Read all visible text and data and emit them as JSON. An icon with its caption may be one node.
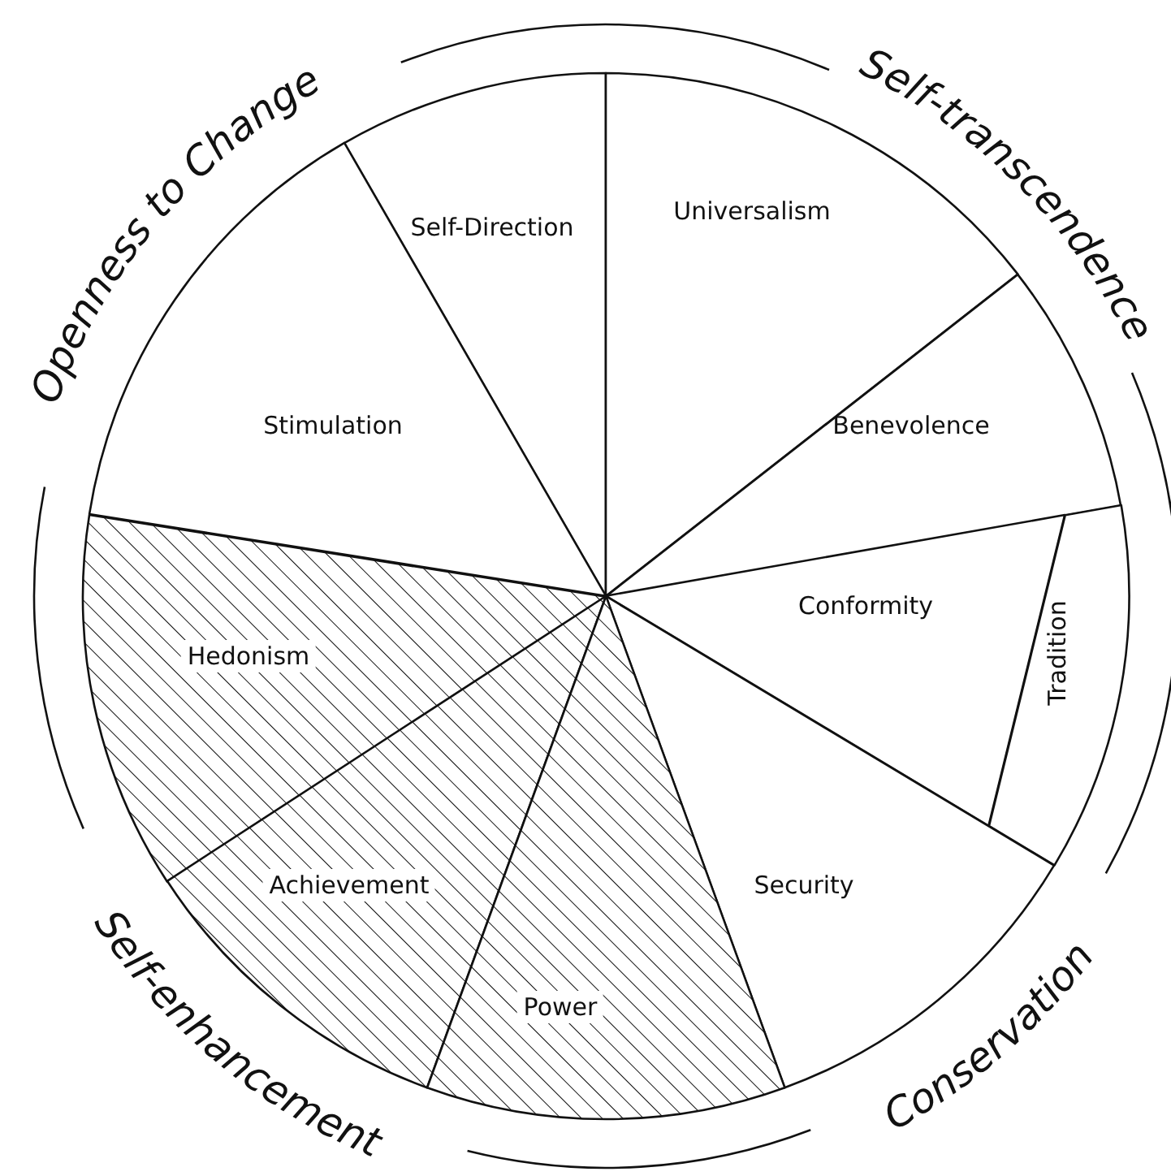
{
  "diagram": {
    "nodes": [
      {
        "text": [
          "Self-Direction"
        ]
      },
      {
        "text": [
          "Universalism"
        ]
      },
      {
        "text": [
          "Stimulation"
        ]
      },
      {
        "text": [
          "Benevolence"
        ]
      },
      {
        "text": [
          "Hedonism"
        ]
      },
      {
        "text": [
          "Conformity"
        ]
      },
      {
        "text": [
          "Tradition"
        ]
      },
      {
        "text": [
          "Achievement"
        ]
      },
      {
        "text": [
          "Security"
        ]
      },
      {
        "text": [
          "Power"
        ]
      }
    ],
    "labels": [
      "Openness to Change",
      "Self-transcendence",
      "Self-enhancement",
      "Conservation"
    ]
  }
}
